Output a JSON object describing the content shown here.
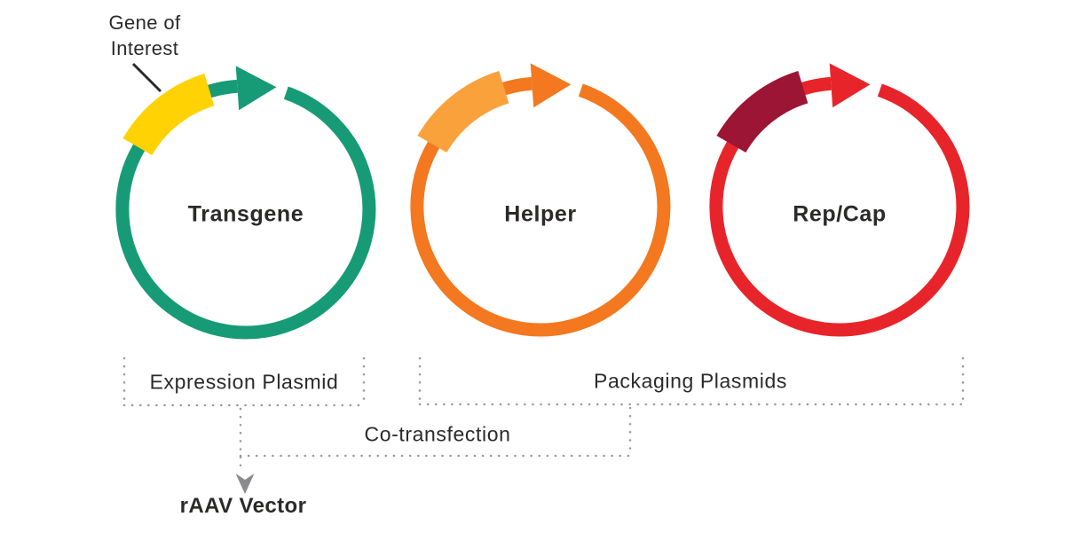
{
  "diagram": {
    "kind": "rAAV triple-transfection plasmid diagram"
  },
  "plasmids": [
    {
      "name": "Transgene",
      "ring_color": "#169B76",
      "insert_color": "#FFD303",
      "insert_label": "Gene of Interest"
    },
    {
      "name": "Helper",
      "ring_color": "#F3781F",
      "insert_color": "#F9A23C"
    },
    {
      "name": "Rep/Cap",
      "ring_color": "#E8242B",
      "insert_color": "#9D1535"
    }
  ],
  "labels": {
    "gene_of_interest": "Gene of Interest",
    "expression_plasmid": "Expression Plasmid",
    "packaging_plasmids": "Packaging Plasmids",
    "co_transfection": "Co-transfection",
    "raav_vector": "rAAV Vector"
  },
  "colors": {
    "text": "#2B2A29",
    "dotted": "#9A9A9A",
    "flow_arrow": "#8A8A8F",
    "background": "#FFFFFF"
  }
}
